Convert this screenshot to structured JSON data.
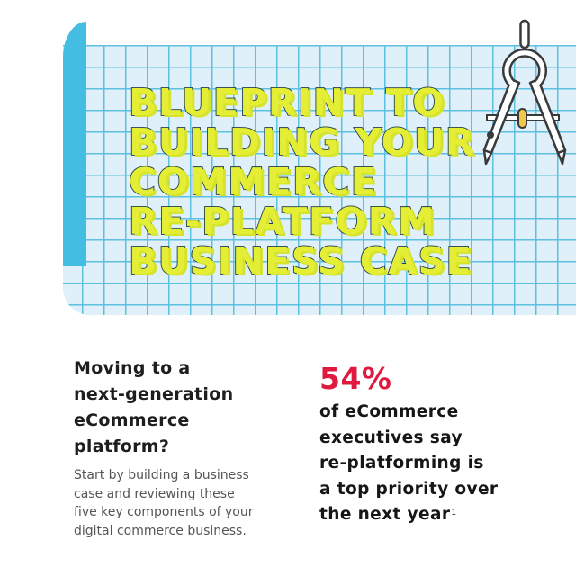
{
  "hero": {
    "title_lines": [
      "BLUEPRINT TO",
      "BUILDING YOUR",
      "COMMERCE",
      "RE-PLATFORM",
      "BUSINESS CASE"
    ],
    "illustration": "drafting-compass-icon",
    "background": "blueprint-grid-paper"
  },
  "intro": {
    "question_lines": [
      "Moving to a",
      "next-generation",
      "eCommerce",
      "platform?"
    ],
    "description_lines": [
      "Start by building a business",
      "case and reviewing these",
      "five key components of your",
      "digital commerce business."
    ]
  },
  "stat": {
    "value": "54%",
    "text_lines": [
      "of eCommerce",
      "executives say",
      "re-platforming is",
      "a top priority over",
      "the next year"
    ],
    "footnote": "1"
  },
  "colors": {
    "accent_red": "#e0193e",
    "title_fill": "#e4ee35",
    "title_outline": "#1f3b4a",
    "grid_background": "#dff0fa",
    "grid_lines": "#5cc0e0",
    "roll_blue": "#44bde2",
    "compass_knob": "#f2c84b"
  }
}
